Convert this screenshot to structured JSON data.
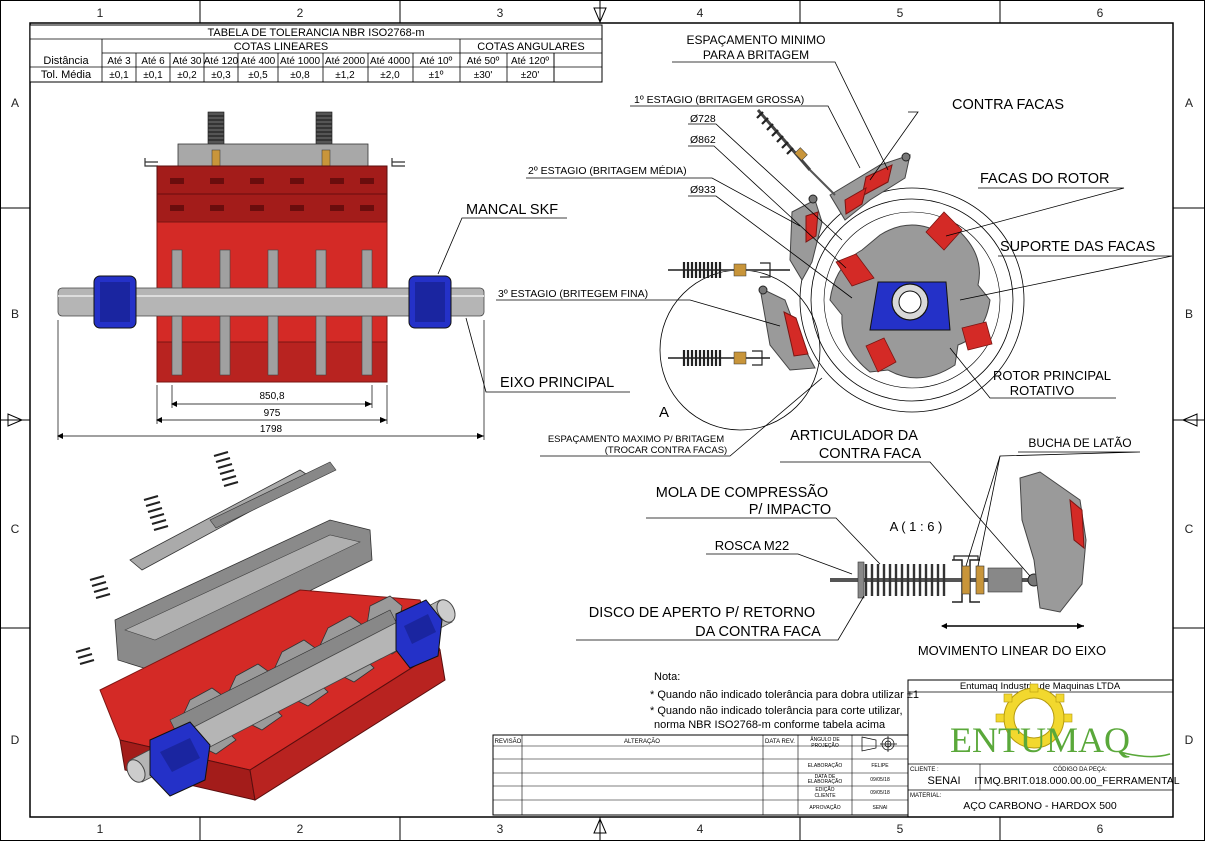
{
  "sheet": {
    "zones_cols": [
      "1",
      "2",
      "3",
      "4",
      "5",
      "6"
    ],
    "zones_rows": [
      "A",
      "B",
      "C",
      "D"
    ]
  },
  "tolerance_table": {
    "title": "TABELA DE TOLERANCIA NBR ISO2768-m",
    "group_linear": "COTAS LINEARES",
    "group_angular": "COTAS ANGULARES",
    "row1_label": "Distância",
    "row2_label": "Tol. Média",
    "linear_headers": [
      "Até 3",
      "Até 6",
      "Até 30",
      "Até 120",
      "Até 400",
      "Até 1000",
      "Até 2000",
      "Até 4000"
    ],
    "linear_values": [
      "±0,1",
      "±0,1",
      "±0,2",
      "±0,3",
      "±0,5",
      "±0,8",
      "±1,2",
      "±2,0"
    ],
    "angular_headers": [
      "Até 10º",
      "Até 50º",
      "Até 120º"
    ],
    "angular_values": [
      "±1º",
      "±30'",
      "±20'"
    ]
  },
  "labels": {
    "mancal": "MANCAL SKF",
    "eixo": "EIXO PRINCIPAL",
    "esp_min_1": "ESPAÇAMENTO MINIMO",
    "esp_min_2": "PARA A BRITAGEM",
    "estagio1": "1º ESTAGIO (BRITAGEM GROSSA)",
    "estagio2": "2º ESTAGIO (BRITAGEM MÉDIA)",
    "estagio3": "3º ESTAGIO (BRITEGEM FINA)",
    "d728": "Ø728",
    "d862": "Ø862",
    "d933": "Ø933",
    "contra_facas": "CONTRA FACAS",
    "facas_rotor": "FACAS DO ROTOR",
    "suporte_facas": "SUPORTE DAS FACAS",
    "rotor_1": "ROTOR PRINCIPAL",
    "rotor_2": "ROTATIVO",
    "esp_max_1": "ESPAÇAMENTO MAXIMO P/ BRITAGEM",
    "esp_max_2": "(TROCAR CONTRA FACAS)",
    "detail_letter": "A",
    "artic_1": "ARTICULADOR DA",
    "artic_2": "CONTRA FACA",
    "bucha": "BUCHA DE LATÃO",
    "mola_1": "MOLA DE COMPRESSÃO",
    "mola_2": "P/ IMPACTO",
    "detail_scale": "A ( 1 : 6 )",
    "rosca": "ROSCA M22",
    "disco_1": "DISCO DE APERTO P/ RETORNO",
    "disco_2": "DA CONTRA FACA",
    "movimento": "MOVIMENTO LINEAR DO EIXO"
  },
  "dimensions": {
    "d1": "850,8",
    "d2": "975",
    "d3": "1798"
  },
  "notes": {
    "title": "Nota:",
    "line1": "* Quando não indicado tolerância para dobra utilizar ±1",
    "line2": "* Quando não indicado tolerância para corte utilizar,",
    "line3": "norma NBR ISO2768-m conforme tabela acima"
  },
  "revision_table": {
    "col_rev": "REVISÃO",
    "col_alt": "ALTERAÇÃO",
    "col_date": "DATA REV."
  },
  "title_block": {
    "company": "Entumaq Industria de Maquinas LTDA",
    "logo_text": "ENTUMAQ",
    "projection_label_1": "ÂNGULO DE",
    "projection_label_2": "PROJEÇÃO",
    "elaboracao_label": "ELABORAÇÃO",
    "elaboracao_value": "FELIPE",
    "data_elab_label_1": "DATA DE",
    "data_elab_label_2": "ELABORAÇÃO",
    "data_elab_value": "09/05/18",
    "edicao_label_1": "EDIÇÃO",
    "edicao_label_2": "CLIENTE",
    "edicao_value": "09/05/18",
    "aprovacao_label": "APROVAÇÃO",
    "aprovacao_value": "SENAI",
    "cliente_label": "CLIENTE :",
    "cliente_value": "SENAI",
    "codigo_label": "CÓDIGO DA PEÇA:",
    "codigo_value": "ITMQ.BRIT.018.000.00.00_FERRAMENTAL",
    "material_label": "MATERIAL:",
    "material_value": "AÇO CARBONO - HARDOX 500"
  },
  "colors": {
    "red": "#d42a26",
    "red_dark": "#a31c1a",
    "blue": "#2431c8",
    "gray": "#9a9a9a",
    "gray_dark": "#6d6d6d",
    "brass": "#c8953a",
    "logo_yellow": "#f2d82e",
    "logo_green": "#5aa83a"
  }
}
